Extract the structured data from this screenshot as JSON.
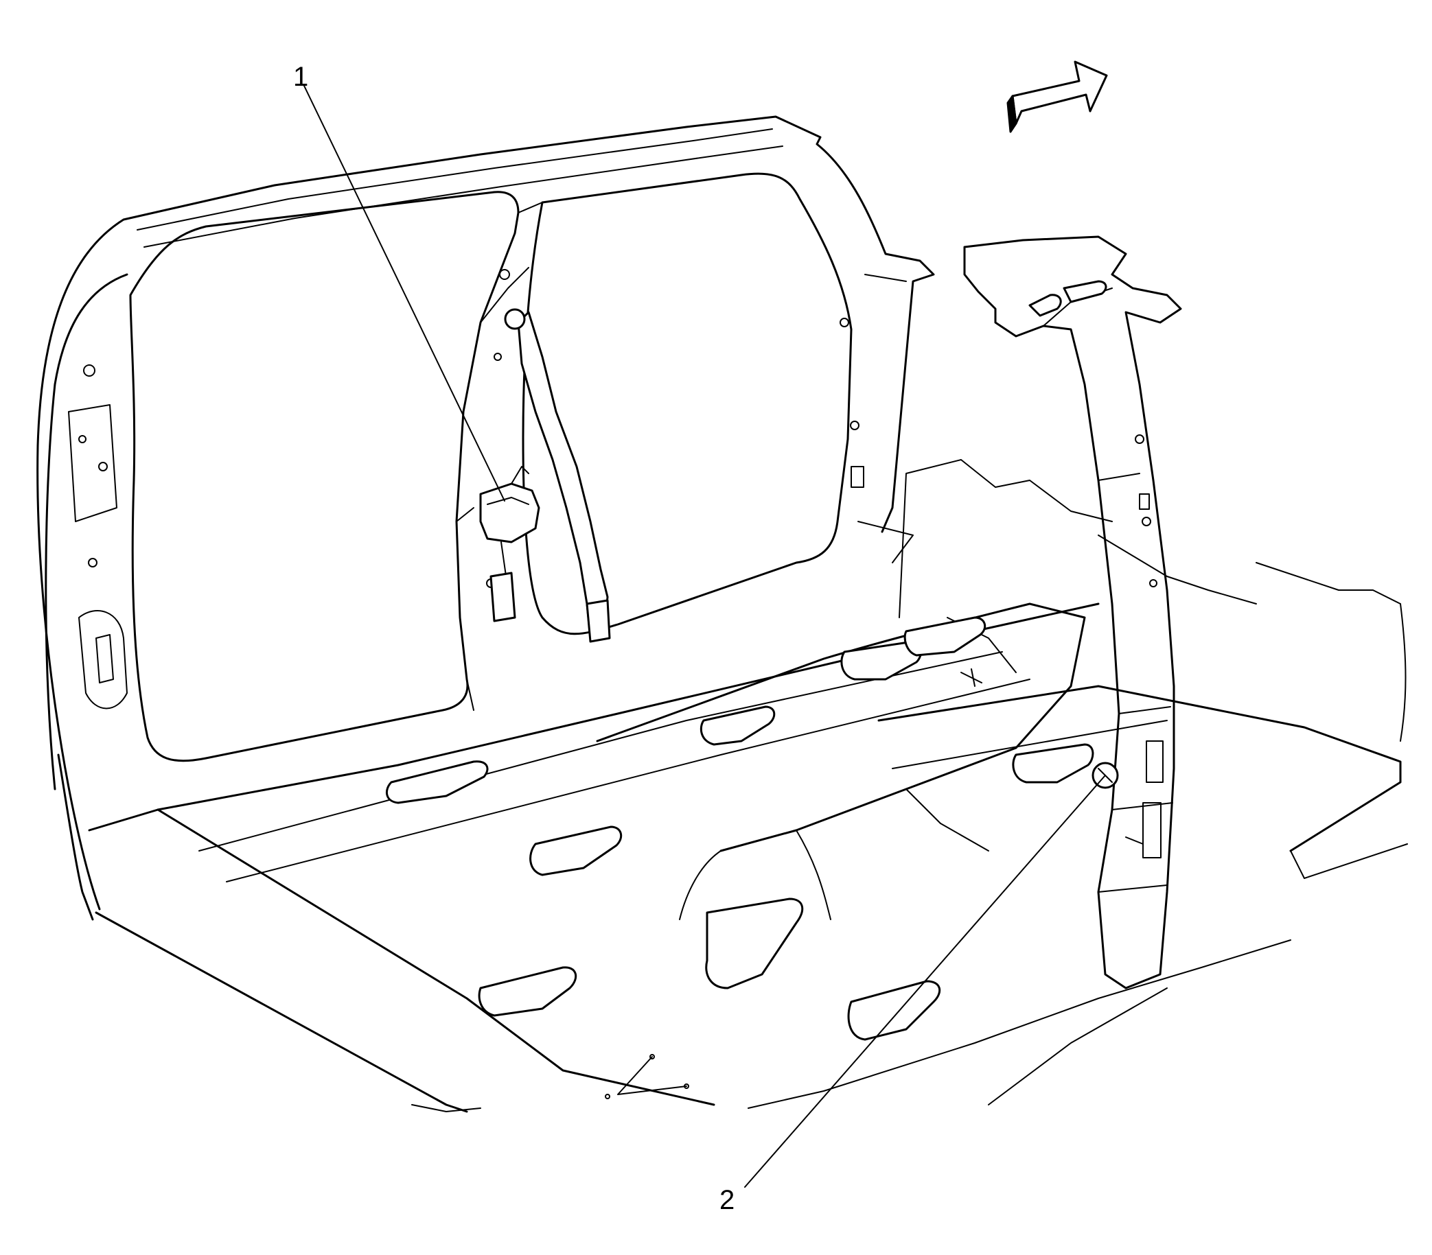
{
  "callouts": [
    {
      "number": "1",
      "target": "seat-belt-retractor"
    },
    {
      "number": "2",
      "target": "lower-anchor-bolt"
    }
  ],
  "front_arrow": {
    "icon": "forward-direction-arrow-icon"
  },
  "colors": {
    "line": "#000000",
    "background": "#ffffff"
  }
}
